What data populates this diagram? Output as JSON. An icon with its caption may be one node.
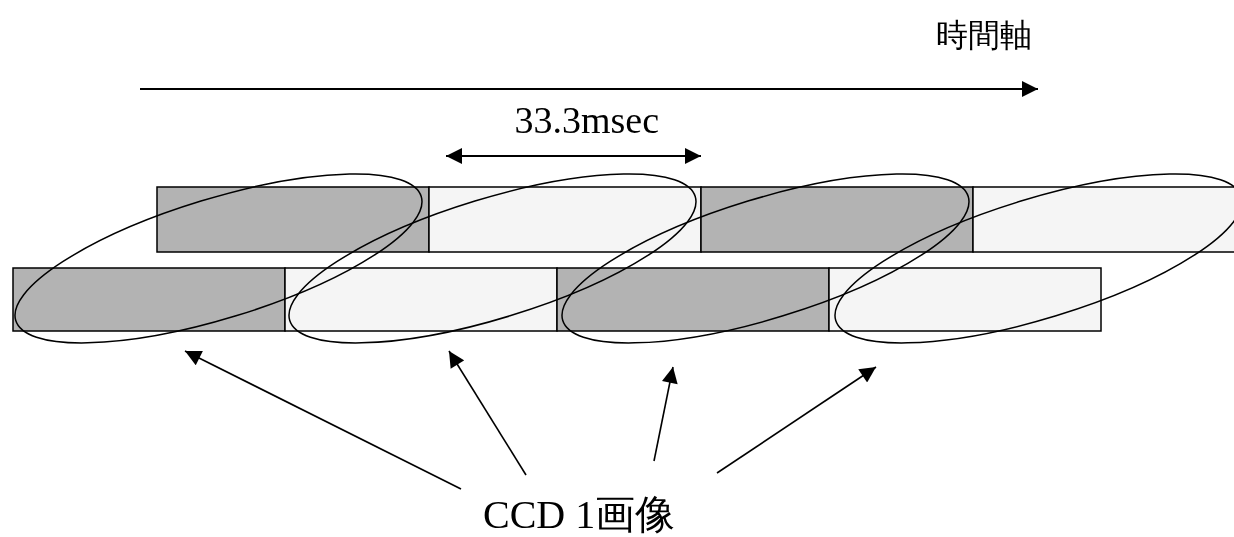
{
  "diagram": {
    "nodes": [
      {
        "text": [
          "CCD 1画像"
        ]
      },
      {
        "text": [],
        "shape": "ellipse"
      },
      {
        "text": [],
        "shape": "ellipse"
      },
      {
        "text": [],
        "shape": "ellipse"
      },
      {
        "text": [],
        "shape": "ellipse"
      }
    ],
    "edges": [
      {
        "from": 0,
        "to": 1,
        "arrow": "to"
      },
      {
        "from": 0,
        "to": 2,
        "arrow": "to"
      },
      {
        "from": 0,
        "to": 3,
        "arrow": "to"
      },
      {
        "from": 0,
        "to": 4,
        "arrow": "to"
      }
    ],
    "labels": [
      "時間軸",
      "33.3msec"
    ]
  }
}
